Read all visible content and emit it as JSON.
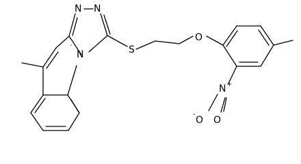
{
  "molecule": {
    "atom_labels": {
      "n_triazole_a": "N",
      "n_triazole_b": "N",
      "n_bridge": "N",
      "sulfur": "S",
      "ether_oxygen": "O",
      "nitro_nitrogen": "N",
      "nitro_plus": "+",
      "nitro_oxygen_double": "O",
      "nitro_oxygen_single": "O",
      "nitro_minus": "-"
    },
    "groups": [
      "triazoloquinoline",
      "methyl",
      "thioethyl-ether",
      "nitrophenyl",
      "methyl"
    ]
  }
}
